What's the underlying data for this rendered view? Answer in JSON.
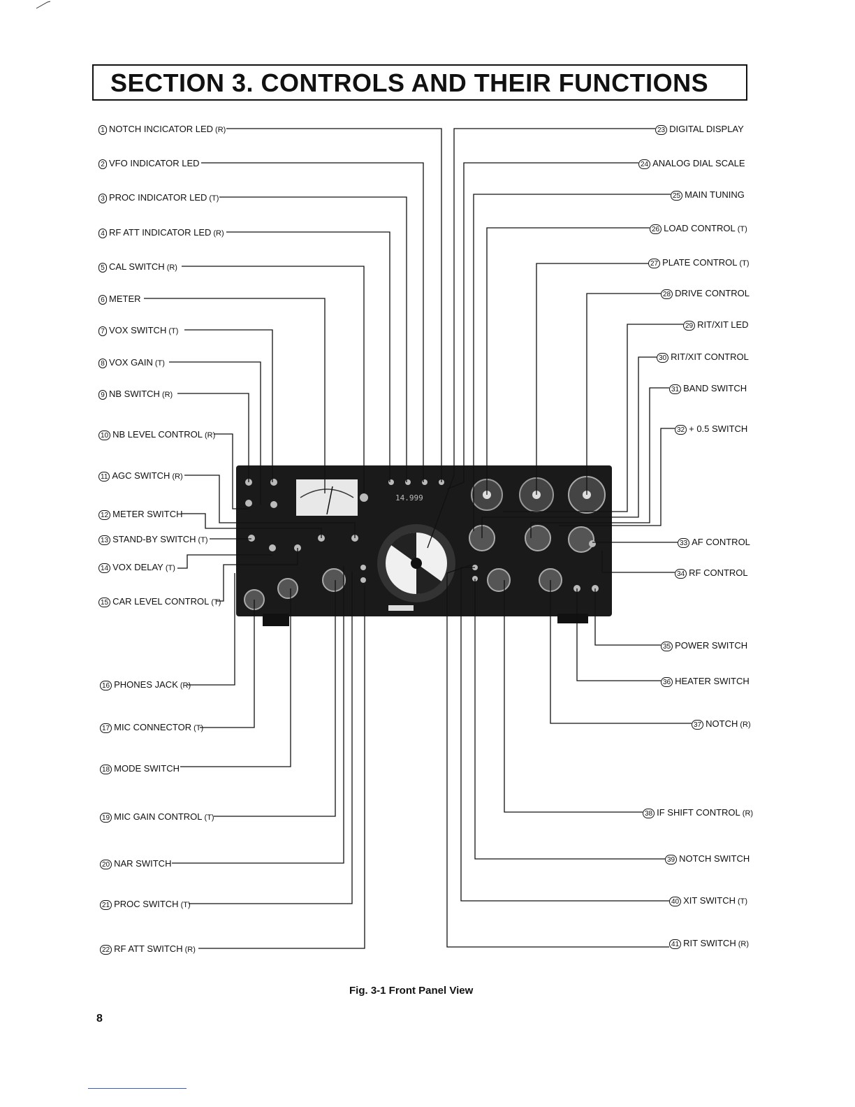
{
  "section_heading": "SECTION 3.  CONTROLS AND THEIR FUNCTIONS",
  "left_labels": [
    {
      "num": "1",
      "text": "NOTCH INCICATOR LED",
      "suffix": "R"
    },
    {
      "num": "2",
      "text": "VFO INDICATOR LED",
      "suffix": ""
    },
    {
      "num": "3",
      "text": "PROC INDICATOR LED",
      "suffix": "T"
    },
    {
      "num": "4",
      "text": "RF ATT INDICATOR LED",
      "suffix": "R"
    },
    {
      "num": "5",
      "text": "CAL SWITCH",
      "suffix": "R"
    },
    {
      "num": "6",
      "text": "METER",
      "suffix": ""
    },
    {
      "num": "7",
      "text": "VOX SWITCH",
      "suffix": "T"
    },
    {
      "num": "8",
      "text": "VOX GAIN",
      "suffix": "T"
    },
    {
      "num": "9",
      "text": "NB SWITCH",
      "suffix": "R"
    },
    {
      "num": "10",
      "text": "NB LEVEL CONTROL",
      "suffix": "R"
    },
    {
      "num": "11",
      "text": "AGC SWITCH",
      "suffix": "R"
    },
    {
      "num": "12",
      "text": "METER SWITCH",
      "suffix": ""
    },
    {
      "num": "13",
      "text": "STAND-BY SWITCH",
      "suffix": "T"
    },
    {
      "num": "14",
      "text": "VOX DELAY",
      "suffix": "T"
    },
    {
      "num": "15",
      "text": "CAR LEVEL CONTROL",
      "suffix": "T"
    },
    {
      "num": "16",
      "text": "PHONES JACK",
      "suffix": "R"
    },
    {
      "num": "17",
      "text": "MIC CONNECTOR",
      "suffix": "T"
    },
    {
      "num": "18",
      "text": "MODE SWITCH",
      "suffix": ""
    },
    {
      "num": "19",
      "text": "MIC GAIN CONTROL",
      "suffix": "T"
    },
    {
      "num": "20",
      "text": "NAR SWITCH",
      "suffix": ""
    },
    {
      "num": "21",
      "text": "PROC SWITCH",
      "suffix": "T"
    },
    {
      "num": "22",
      "text": "RF ATT SWITCH",
      "suffix": "R"
    }
  ],
  "right_labels": [
    {
      "num": "23",
      "text": "DIGITAL DISPLAY",
      "suffix": ""
    },
    {
      "num": "24",
      "text": "ANALOG DIAL SCALE",
      "suffix": ""
    },
    {
      "num": "25",
      "text": "MAIN TUNING",
      "suffix": ""
    },
    {
      "num": "26",
      "text": "LOAD CONTROL",
      "suffix": "T"
    },
    {
      "num": "27",
      "text": "PLATE CONTROL",
      "suffix": "T"
    },
    {
      "num": "28",
      "text": "DRIVE CONTROL",
      "suffix": ""
    },
    {
      "num": "29",
      "text": "RIT/XIT LED",
      "suffix": ""
    },
    {
      "num": "30",
      "text": "RIT/XIT CONTROL",
      "suffix": ""
    },
    {
      "num": "31",
      "text": "BAND SWITCH",
      "suffix": ""
    },
    {
      "num": "32",
      "text": "+ 0.5 SWITCH",
      "suffix": ""
    },
    {
      "num": "33",
      "text": "AF CONTROL",
      "suffix": ""
    },
    {
      "num": "34",
      "text": "RF CONTROL",
      "suffix": ""
    },
    {
      "num": "35",
      "text": "POWER SWITCH",
      "suffix": ""
    },
    {
      "num": "36",
      "text": "HEATER SWITCH",
      "suffix": ""
    },
    {
      "num": "37",
      "text": "NOTCH",
      "suffix": "R"
    },
    {
      "num": "38",
      "text": "IF SHIFT CONTROL",
      "suffix": "R"
    },
    {
      "num": "39",
      "text": "NOTCH SWITCH",
      "suffix": ""
    },
    {
      "num": "40",
      "text": "XIT SWITCH",
      "suffix": "T"
    },
    {
      "num": "41",
      "text": "RIT SWITCH",
      "suffix": "R"
    }
  ],
  "figure_caption": "Fig. 3-1  Front Panel View",
  "page_number": "8",
  "panel_readout": "14.999"
}
